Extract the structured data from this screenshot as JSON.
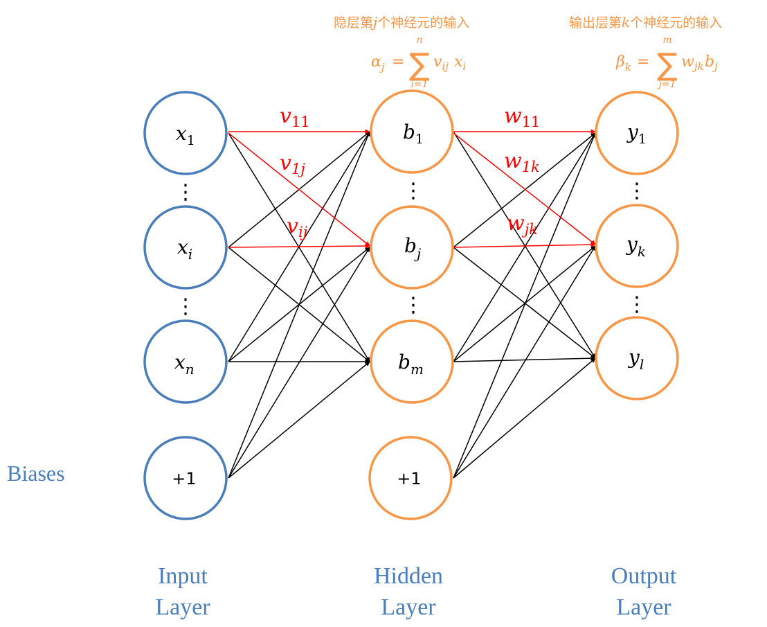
{
  "colors": {
    "input": "#4a7ebb",
    "hidden": "#f79646",
    "output": "#f79646",
    "edge": "#000000",
    "highlight": "#ff0000",
    "annotation": "#f79646",
    "layer_label": "#4a7ebb"
  },
  "side_label": "Biases",
  "layers": {
    "input": {
      "label_line1": "Input",
      "label_line2": "Layer"
    },
    "hidden": {
      "label_line1": "Hidden",
      "label_line2": "Layer"
    },
    "output": {
      "label_line1": "Output",
      "label_line2": "Layer"
    }
  },
  "nodes": {
    "x1": {
      "base": "x",
      "sub": "1"
    },
    "xi": {
      "base": "x",
      "sub": "i"
    },
    "xn": {
      "base": "x",
      "sub": "n"
    },
    "in_bias": {
      "text": "+1"
    },
    "b1": {
      "base": "b",
      "sub": "1"
    },
    "bj": {
      "base": "b",
      "sub": "j"
    },
    "bm": {
      "base": "b",
      "sub": "m"
    },
    "hid_bias": {
      "text": "+1"
    },
    "y1": {
      "base": "y",
      "sub": "1"
    },
    "yk": {
      "base": "y",
      "sub": "k"
    },
    "yl": {
      "base": "y",
      "sub": "l"
    }
  },
  "weights": {
    "v11": {
      "base": "v",
      "sub": "11"
    },
    "v1j": {
      "base": "v",
      "sub": "1j"
    },
    "vij": {
      "base": "v",
      "sub": "ij"
    },
    "w11": {
      "base": "w",
      "sub": "11"
    },
    "w1k": {
      "base": "w",
      "sub": "1k"
    },
    "wjk": {
      "base": "w",
      "sub": "jk"
    }
  },
  "annotations": {
    "hidden": {
      "title_pre": "隐层第",
      "title_var": "j",
      "title_post": "个神经元的输入",
      "lhs_base": "α",
      "lhs_sub": "j",
      "eq": "=",
      "sum_upper": "n",
      "sum_lower": "i=1",
      "sigma": "∑",
      "term1_base": "v",
      "term1_sub": "ij",
      "term2_base": "x",
      "term2_sub": "i"
    },
    "output": {
      "title_pre": "输出层第",
      "title_var": "k",
      "title_post": "个神经元的输入",
      "lhs_base": "β",
      "lhs_sub": "k",
      "eq": "=",
      "sum_upper": "m",
      "sum_lower": "j=1",
      "sigma": "∑",
      "term1_base": "w",
      "term1_sub": "jk",
      "term2_base": "b",
      "term2_sub": "j"
    }
  },
  "ellipsis": "⋮"
}
